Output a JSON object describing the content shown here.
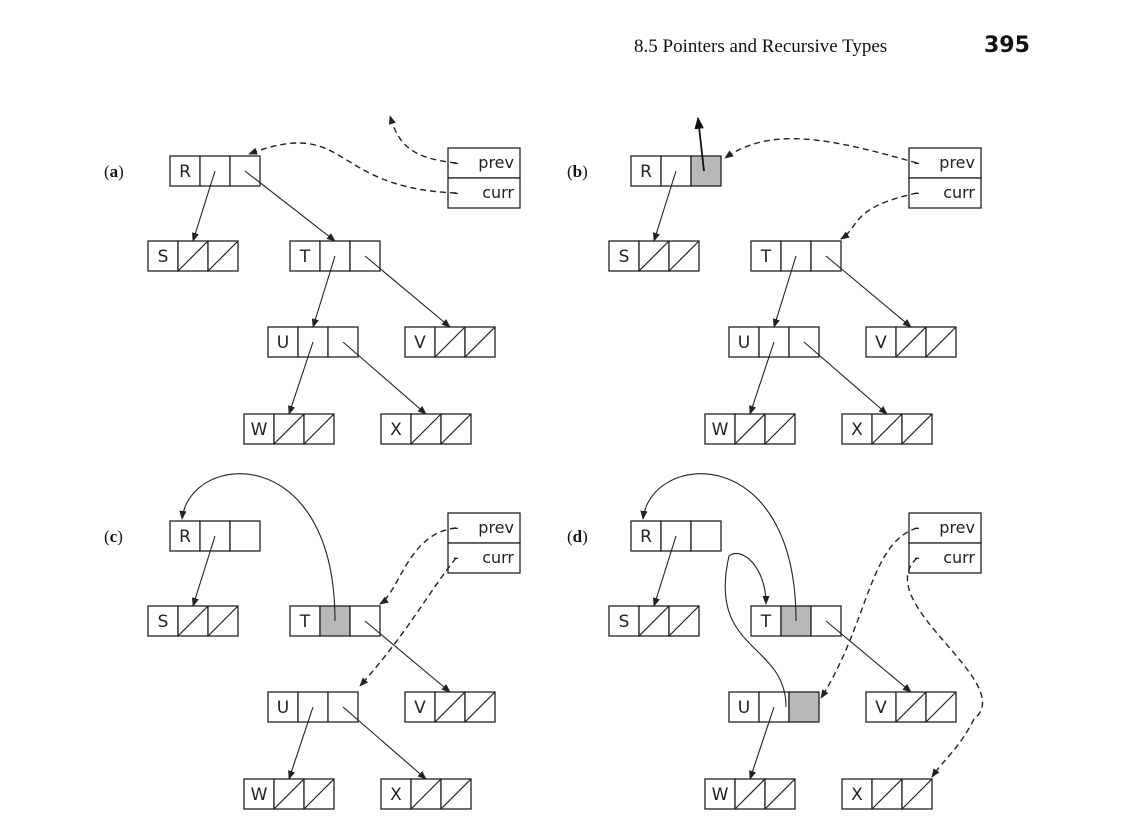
{
  "header": {
    "running_title": "8.5  Pointers and Recursive Types",
    "page_number": "395"
  },
  "panels": [
    {
      "key": "a",
      "label_open": "(",
      "label_letter": "a",
      "label_close": ")",
      "nodes": [
        {
          "key": "R",
          "label": "R",
          "slots": [
            "ptr",
            "ptr"
          ]
        },
        {
          "key": "S",
          "label": "S",
          "slots": [
            "null",
            "null"
          ]
        },
        {
          "key": "T",
          "label": "T",
          "slots": [
            "ptr",
            "ptr"
          ]
        },
        {
          "key": "U",
          "label": "U",
          "slots": [
            "ptr",
            "ptr"
          ]
        },
        {
          "key": "V",
          "label": "V",
          "slots": [
            "null",
            "null"
          ]
        },
        {
          "key": "W",
          "label": "W",
          "slots": [
            "null",
            "null"
          ]
        },
        {
          "key": "X",
          "label": "X",
          "slots": [
            "null",
            "null"
          ]
        }
      ],
      "variables": {
        "prev": "prev",
        "curr": "curr",
        "prev_marker": "-",
        "curr_marker": "-"
      }
    },
    {
      "key": "b",
      "label_open": "(",
      "label_letter": "b",
      "label_close": ")",
      "nodes": [
        {
          "key": "R",
          "label": "R",
          "slots": [
            "ptr",
            "shaded"
          ]
        },
        {
          "key": "S",
          "label": "S",
          "slots": [
            "null",
            "null"
          ]
        },
        {
          "key": "T",
          "label": "T",
          "slots": [
            "ptr",
            "ptr"
          ]
        },
        {
          "key": "U",
          "label": "U",
          "slots": [
            "ptr",
            "ptr"
          ]
        },
        {
          "key": "V",
          "label": "V",
          "slots": [
            "null",
            "null"
          ]
        },
        {
          "key": "W",
          "label": "W",
          "slots": [
            "null",
            "null"
          ]
        },
        {
          "key": "X",
          "label": "X",
          "slots": [
            "null",
            "null"
          ]
        }
      ],
      "variables": {
        "prev": "prev",
        "curr": "curr",
        "prev_marker": "-",
        "curr_marker": "-"
      }
    },
    {
      "key": "c",
      "label_open": "(",
      "label_letter": "c",
      "label_close": ")",
      "nodes": [
        {
          "key": "R",
          "label": "R",
          "slots": [
            "ptr",
            "empty"
          ]
        },
        {
          "key": "S",
          "label": "S",
          "slots": [
            "null",
            "null"
          ]
        },
        {
          "key": "T",
          "label": "T",
          "slots": [
            "shaded",
            "ptr"
          ]
        },
        {
          "key": "U",
          "label": "U",
          "slots": [
            "ptr",
            "ptr"
          ]
        },
        {
          "key": "V",
          "label": "V",
          "slots": [
            "null",
            "null"
          ]
        },
        {
          "key": "W",
          "label": "W",
          "slots": [
            "null",
            "null"
          ]
        },
        {
          "key": "X",
          "label": "X",
          "slots": [
            "null",
            "null"
          ]
        }
      ],
      "variables": {
        "prev": "prev",
        "curr": "curr",
        "prev_marker": "-",
        "curr_marker": "-"
      }
    },
    {
      "key": "d",
      "label_open": "(",
      "label_letter": "d",
      "label_close": ")",
      "nodes": [
        {
          "key": "R",
          "label": "R",
          "slots": [
            "ptr",
            "empty"
          ]
        },
        {
          "key": "S",
          "label": "S",
          "slots": [
            "null",
            "null"
          ]
        },
        {
          "key": "T",
          "label": "T",
          "slots": [
            "shaded",
            "ptr"
          ]
        },
        {
          "key": "U",
          "label": "U",
          "slots": [
            "ptr",
            "shaded"
          ]
        },
        {
          "key": "V",
          "label": "V",
          "slots": [
            "null",
            "null"
          ]
        },
        {
          "key": "W",
          "label": "W",
          "slots": [
            "null",
            "null"
          ]
        },
        {
          "key": "X",
          "label": "X",
          "slots": [
            "null",
            "null"
          ]
        }
      ],
      "variables": {
        "prev": "prev",
        "curr": "curr",
        "prev_marker": "-",
        "curr_marker": "-"
      }
    }
  ]
}
